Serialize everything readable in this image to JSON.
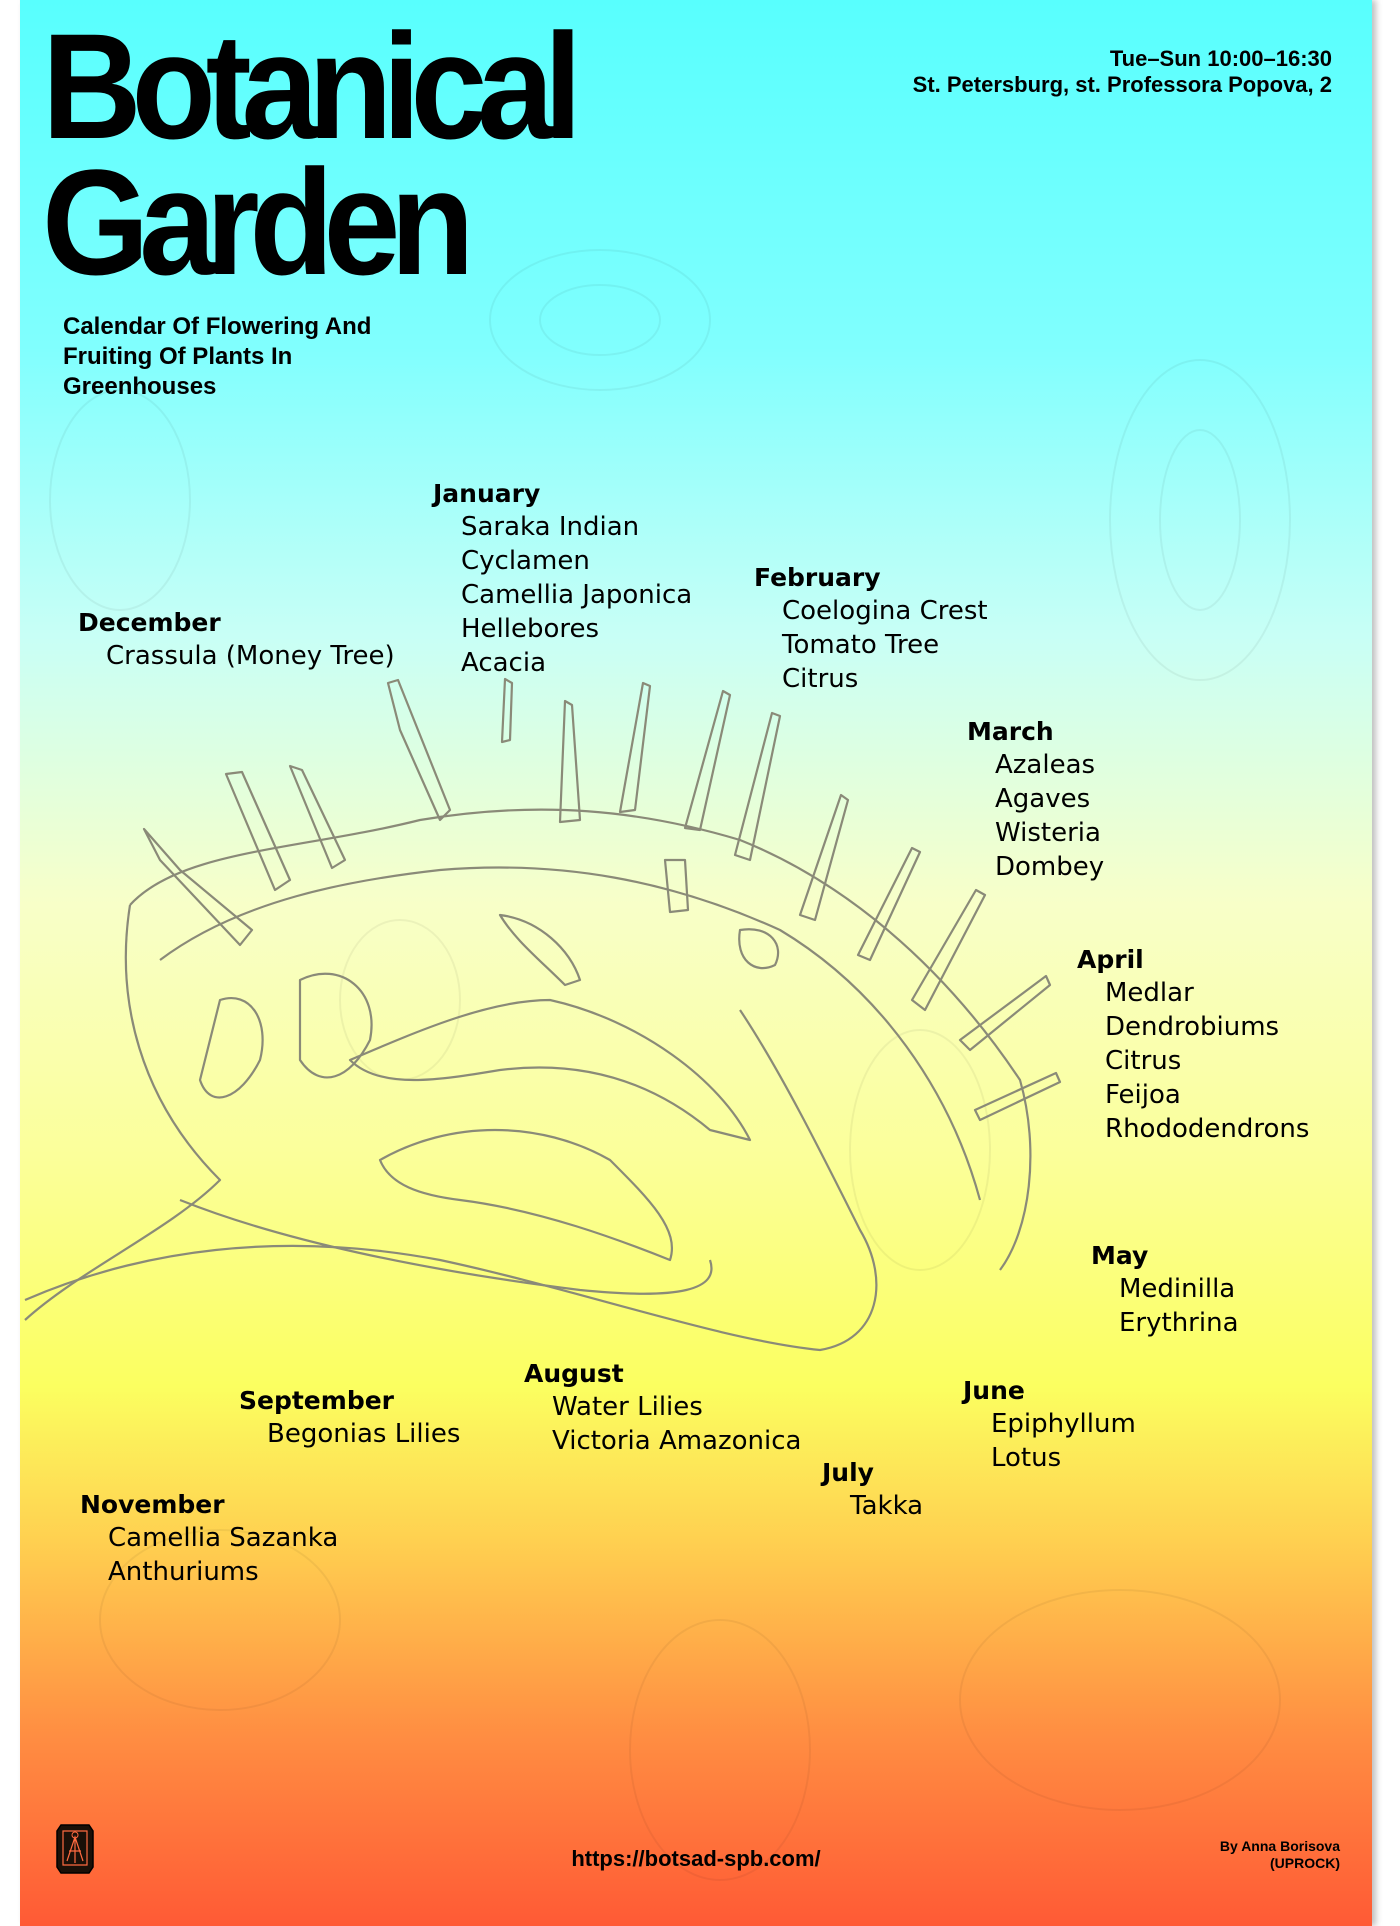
{
  "title": {
    "line1": "Botanical",
    "line2": "Garden"
  },
  "info": {
    "hours": "Tue–Sun 10:00–16:30",
    "address": "St. Petersburg, st. Professora Popova, 2"
  },
  "subtitle": "Calendar Of Flowering And Fruiting Of Plants In Greenhouses",
  "months": [
    {
      "name": "January",
      "items": [
        "Saraka Indian",
        "Cyclamen",
        "Camellia Japonica",
        "Hellebores",
        "Acacia"
      ]
    },
    {
      "name": "February",
      "items": [
        "Coelogina Crest",
        "Tomato Tree",
        "Citrus"
      ]
    },
    {
      "name": "March",
      "items": [
        "Azaleas",
        "Agaves",
        "Wisteria",
        "Dombey"
      ]
    },
    {
      "name": "April",
      "items": [
        "Medlar",
        "Dendrobiums",
        "Citrus",
        "Feijoa",
        "Rhododendrons"
      ]
    },
    {
      "name": "May",
      "items": [
        "Medinilla",
        "Erythrina"
      ]
    },
    {
      "name": "June",
      "items": [
        "Epiphyllum",
        "Lotus"
      ]
    },
    {
      "name": "July",
      "items": [
        "Takka"
      ]
    },
    {
      "name": "August",
      "items": [
        "Water Lilies",
        "Victoria Amazonica"
      ]
    },
    {
      "name": "September",
      "items": [
        "Begonias Lilies"
      ]
    },
    {
      "name": "November",
      "items": [
        "Camellia Sazanka",
        "Anthuriums"
      ]
    },
    {
      "name": "December",
      "items": [
        "Crassula (Money Tree)"
      ]
    }
  ],
  "footer": {
    "url": "https://botsad-spb.com/",
    "author_line1": "By Anna Borisova",
    "author_line2": "(UPROCK)"
  },
  "colors": {
    "top": "#58fffe",
    "middle": "#fbff60",
    "bottom": "#ff5a35",
    "line": "#8a8a78"
  }
}
